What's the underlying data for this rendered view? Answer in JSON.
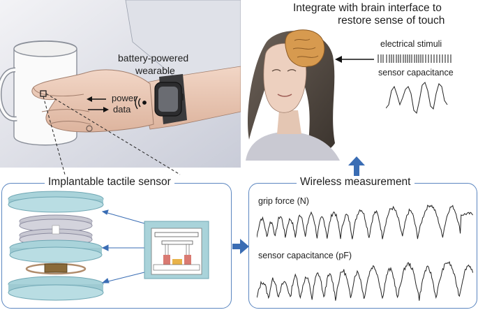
{
  "headline": {
    "line1": "Integrate with brain interface to",
    "line2": "restore sense of touch"
  },
  "wearable": {
    "label_line1": "battery-powered",
    "label_line2": "wearable"
  },
  "links": {
    "power": "power",
    "data": "data"
  },
  "brain": {
    "stimuli_label": "electrical stimuli",
    "capacitance_label": "sensor capacitance"
  },
  "sensor_panel": {
    "title": "Implantable tactile sensor"
  },
  "wireless_panel": {
    "title": "Wireless measurement",
    "grip_label": "grip force (N)",
    "cap_label": "sensor capacitance (pF)"
  },
  "colors": {
    "accent_blue": "#3a6db4",
    "panel_border": "#5b86c0",
    "disc_fill": "#a9d3da",
    "skin": "#e8c7b4",
    "brain": "#d79a4f"
  }
}
